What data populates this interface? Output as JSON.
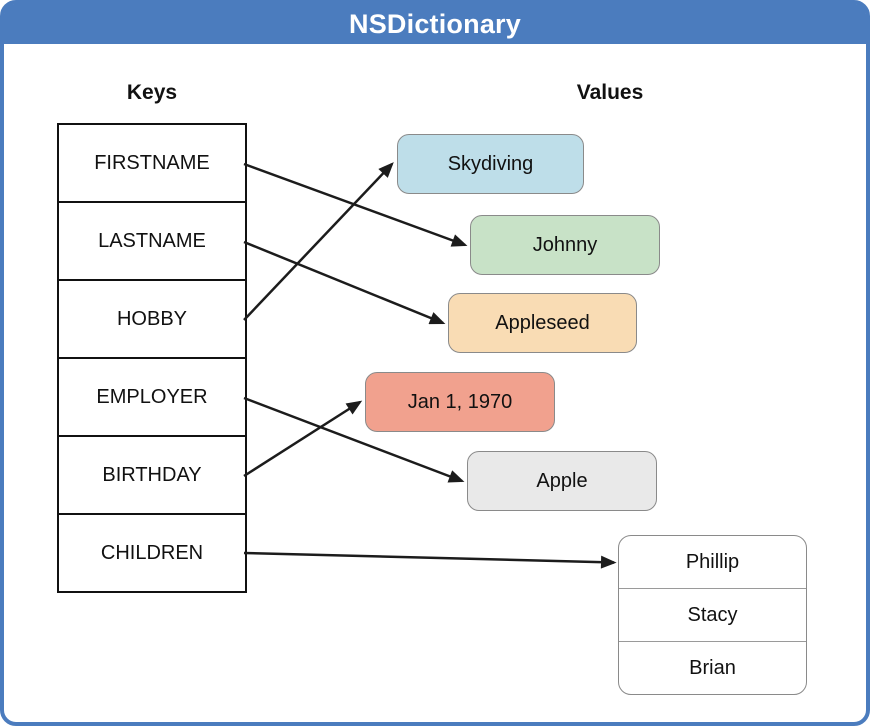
{
  "header": {
    "title": "NSDictionary"
  },
  "headings": {
    "keys": "Keys",
    "values": "Values"
  },
  "keys": [
    "FIRSTNAME",
    "LASTNAME",
    "HOBBY",
    "EMPLOYER",
    "BIRTHDAY",
    "CHILDREN"
  ],
  "values": [
    {
      "id": "skydiving",
      "label": "Skydiving",
      "fill": "#bedee9"
    },
    {
      "id": "johnny",
      "label": "Johnny",
      "fill": "#c8e2c7"
    },
    {
      "id": "appleseed",
      "label": "Appleseed",
      "fill": "#f9dcb4"
    },
    {
      "id": "jan-1-1970",
      "label": "Jan 1, 1970",
      "fill": "#f1a18e"
    },
    {
      "id": "apple",
      "label": "Apple",
      "fill": "#e9e9e9"
    }
  ],
  "children_list": [
    "Phillip",
    "Stacy",
    "Brian"
  ],
  "mappings": [
    {
      "key": "FIRSTNAME",
      "value": "johnny"
    },
    {
      "key": "LASTNAME",
      "value": "appleseed"
    },
    {
      "key": "HOBBY",
      "value": "skydiving"
    },
    {
      "key": "EMPLOYER",
      "value": "apple"
    },
    {
      "key": "BIRTHDAY",
      "value": "jan-1-1970"
    },
    {
      "key": "CHILDREN",
      "value": "children-list"
    }
  ],
  "colors": {
    "header_bg": "#4b7cbe",
    "frame_border": "#4b7cbe",
    "header_text": "#ffffff",
    "arrow": "#1c1c1c",
    "box_border": "#8a8a8a",
    "table_border": "#111111"
  }
}
